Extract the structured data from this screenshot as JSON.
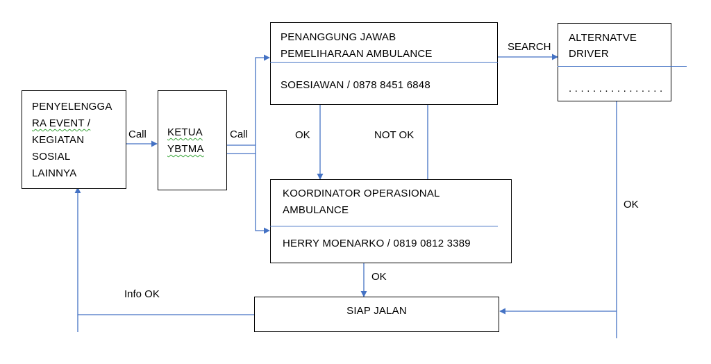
{
  "nodes": {
    "penyelenggara": {
      "lines": [
        "PENYELENGGA",
        "RA EVENT  /",
        "KEGIATAN",
        "SOSIAL",
        "LAINNYA"
      ]
    },
    "ketua": {
      "lines": [
        "KETUA",
        "YBTMA"
      ]
    },
    "penanggung": {
      "title_lines": [
        "PENANGGUNG JAWAB",
        "PEMELIHARAAN AMBULANCE"
      ],
      "contact": "SOESIAWAN / 0878 8451 6848"
    },
    "alternative": {
      "title_lines": [
        "ALTERNATVE",
        "DRIVER"
      ],
      "contact": ". . . . . . . . . . . . . . . ."
    },
    "koordinator": {
      "title_lines": [
        "KOORDINATOR OPERASIONAL",
        "AMBULANCE"
      ],
      "contact": "HERRY MOENARKO / 0819 0812 3389"
    },
    "siap_jalan": {
      "label": "SIAP JALAN"
    }
  },
  "edges": {
    "call_1": "Call",
    "call_2": "Call",
    "search": "SEARCH",
    "ok_down": "OK",
    "not_ok_up": "NOT OK",
    "ok_koordinator_siap": "OK",
    "ok_alternative": "OK",
    "info_ok": "Info OK"
  },
  "colors": {
    "connector": "#4472c4",
    "border": "#000000",
    "spellcheck_underline": "#3aa63a"
  }
}
